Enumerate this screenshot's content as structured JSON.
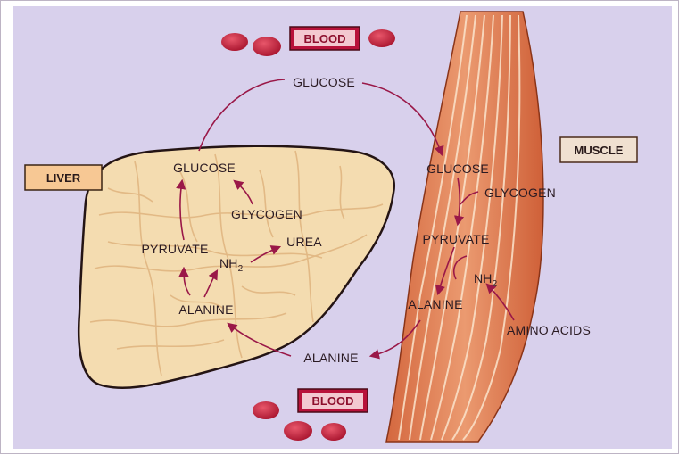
{
  "blood_top": "BLOOD",
  "blood_bottom": "BLOOD",
  "liver_tag": "LIVER",
  "muscle_tag": "MUSCLE",
  "cycle": {
    "glucose_blood": "GLUCOSE",
    "alanine_blood": "ALANINE"
  },
  "liver": {
    "glucose": "GLUCOSE",
    "glycogen": "GLYCOGEN",
    "pyruvate": "PYRUVATE",
    "nh2": "NH",
    "nh2_sub": "2",
    "urea": "UREA",
    "alanine": "ALANINE"
  },
  "muscle": {
    "glucose": "GLUCOSE",
    "glycogen": "GLYCOGEN",
    "pyruvate": "PYRUVATE",
    "nh2": "NH",
    "nh2_sub": "2",
    "alanine": "ALANINE",
    "amino_acids": "AMINO ACIDS"
  },
  "colors": {
    "background": "#d8d0ec",
    "arrow": "#9a1848",
    "liver_fill": "#f4dcb0",
    "liver_vein": "#e7c08e",
    "muscle_fill": "#e38a62",
    "muscle_fiber": "#fbe4cc",
    "tag_fill": "#f7c894",
    "blood_tag": "#b8123a",
    "blood_cell": "#c3203c"
  }
}
